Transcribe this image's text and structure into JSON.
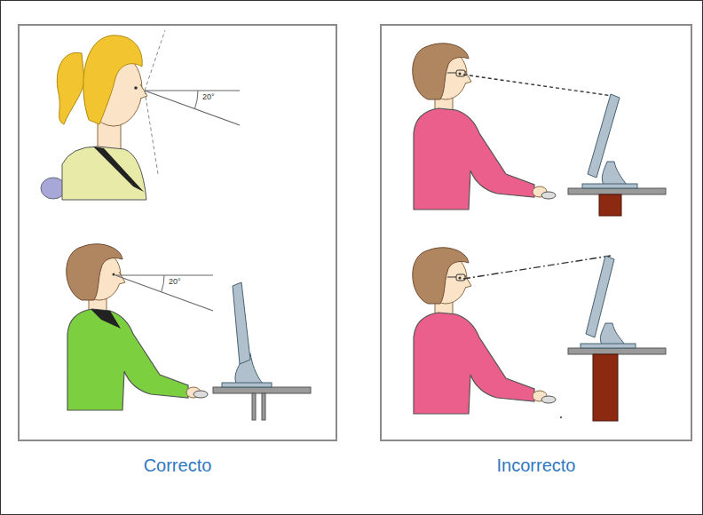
{
  "diagram": {
    "nodes": [
      {
        "text": [
          "Correcto"
        ]
      },
      {
        "text": [
          "Incorrecto"
        ]
      }
    ],
    "labels": [
      "20°",
      "20°"
    ]
  }
}
